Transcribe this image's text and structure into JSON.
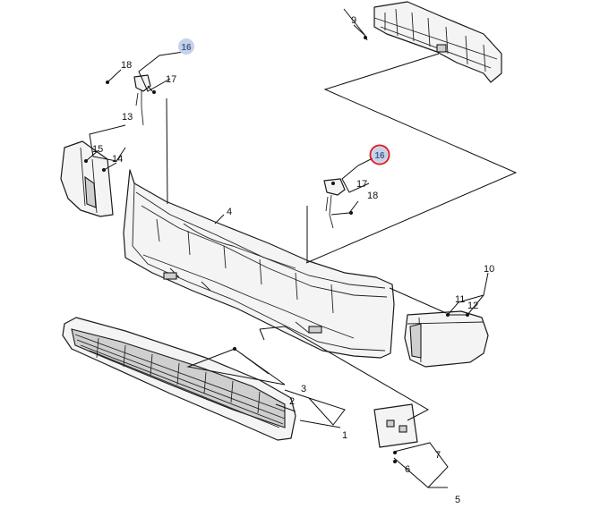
{
  "callouts": {
    "n1": "1",
    "n2": "2",
    "n3": "3",
    "n4": "4",
    "n5": "5",
    "n6": "6",
    "n7": "7",
    "n9": "9",
    "n10": "10",
    "n11": "11",
    "n12": "12",
    "n13": "13",
    "n14": "14",
    "n15": "15",
    "n16a": "16",
    "n16b": "16",
    "n17a": "17",
    "n17b": "17",
    "n18a": "18",
    "n18b": "18"
  },
  "colors": {
    "badge_fill": "#c5d2ea",
    "highlight_ring": "#d8232a"
  }
}
